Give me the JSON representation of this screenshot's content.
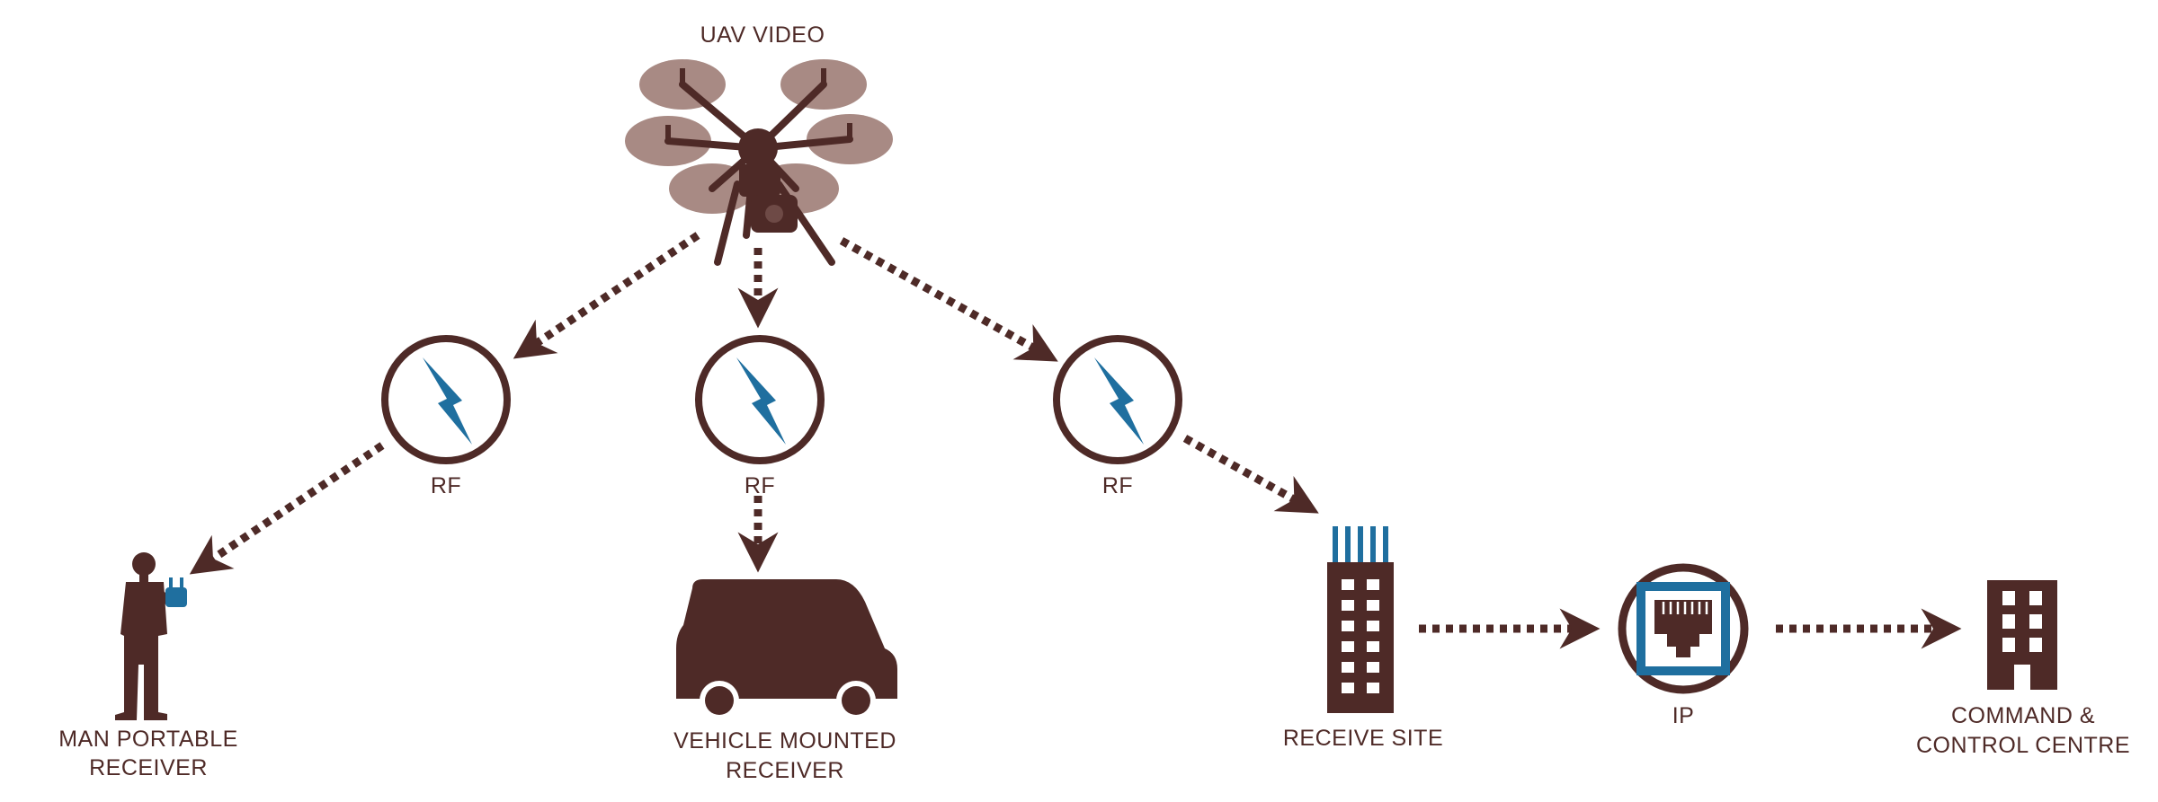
{
  "title": "UAV VIDEO",
  "nodes": {
    "rf_left": "RF",
    "rf_center": "RF",
    "rf_right": "RF",
    "man_portable": [
      "MAN PORTABLE",
      "RECEIVER"
    ],
    "vehicle_mounted": [
      "VEHICLE MOUNTED",
      "RECEIVER"
    ],
    "receive_site": "RECEIVE SITE",
    "ip": "IP",
    "command_centre": [
      "COMMAND &",
      "CONTROL CENTRE"
    ]
  },
  "icons": {
    "uav": "drone-icon",
    "rf": "lightning-icon",
    "person": "person-with-receiver-icon",
    "van": "van-icon",
    "tower": "building-with-antennas-icon",
    "ip": "ethernet-port-icon",
    "building": "building-icon"
  },
  "colors": {
    "primary": "#4e2a27",
    "accent": "#1f6f9f",
    "rotor": "#a88a84"
  }
}
